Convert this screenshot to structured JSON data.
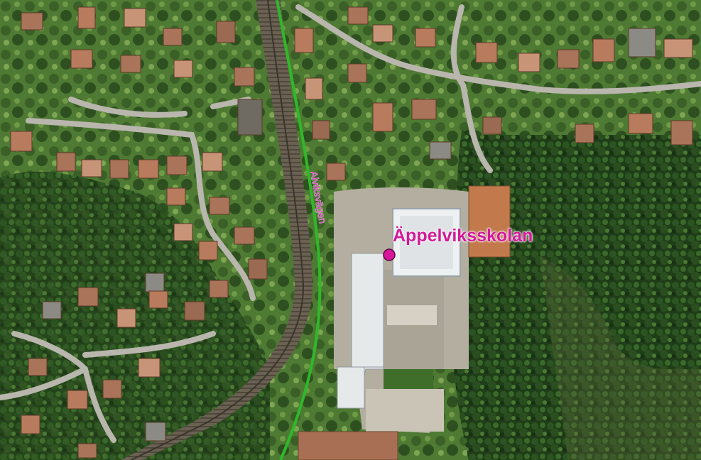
{
  "map": {
    "type": "aerial-orthophoto",
    "poi": {
      "label": "Äppelviksskolan",
      "marker_color": "#d6189a",
      "marker_icon": "circle-marker-icon"
    },
    "road_label": "Alviksvägen",
    "road_label_color": "#e040c8",
    "route_color": "#2fb82a"
  }
}
